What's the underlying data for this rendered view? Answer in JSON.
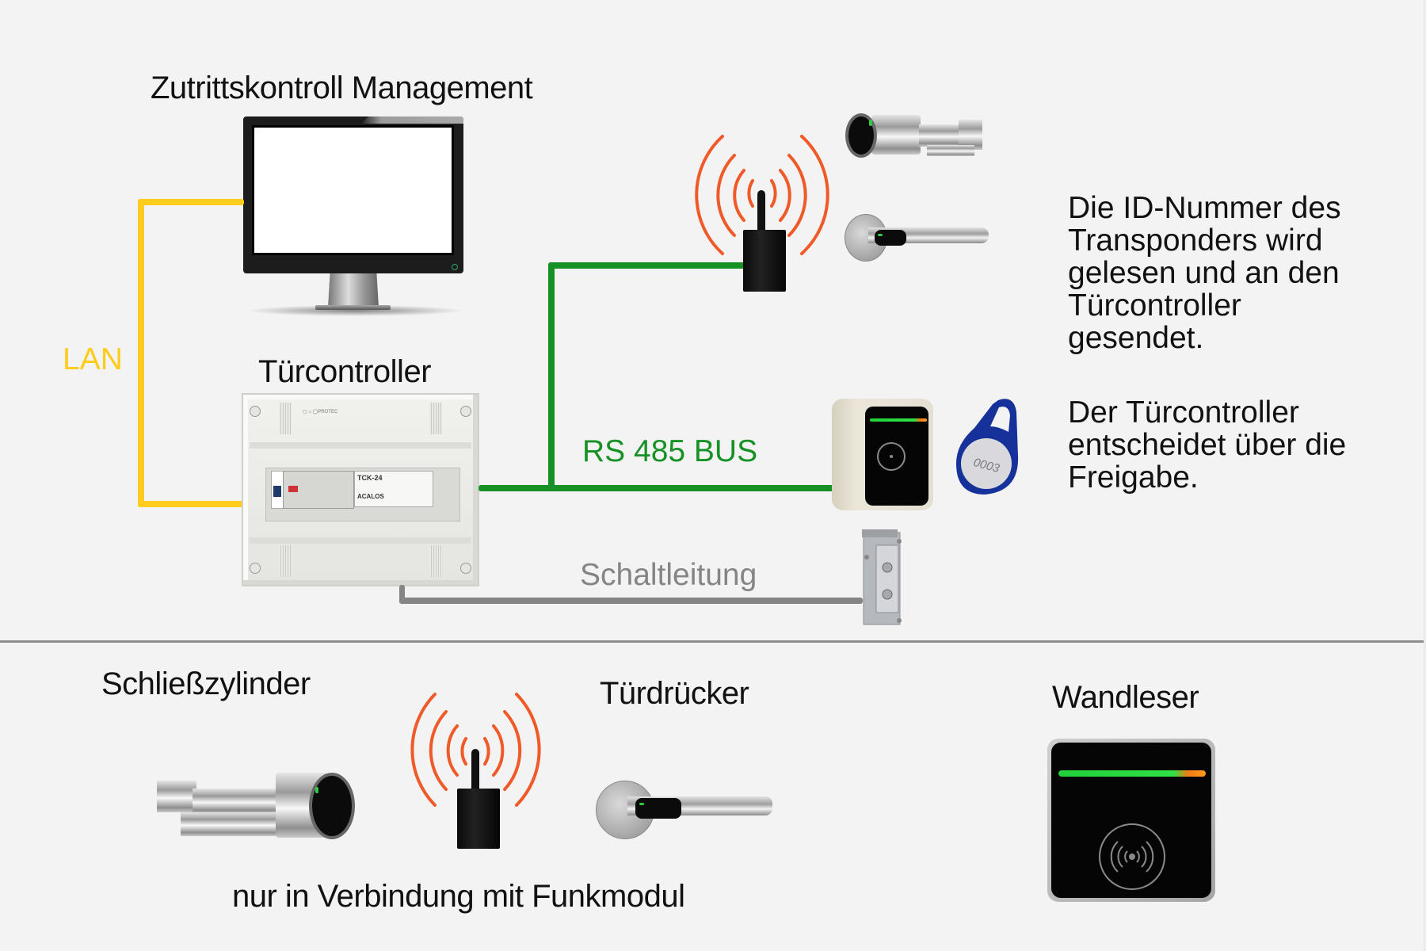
{
  "diagram": {
    "title": "Zutrittskontroll Management",
    "labels": {
      "management": "Zutrittskontroll Management",
      "lan": "LAN",
      "door_controller": "Türcontroller",
      "bus": "RS 485 BUS",
      "switch_line": "Schaltleitung"
    },
    "info_text": {
      "paragraph_1": " Die ID-Nummer des\nTransponders wird\ngelesen und an den\nTürcontroller\ngesendet.",
      "paragraph_2": "Der Türcontroller\nentscheidet über die\nFreigabe."
    },
    "legend": {
      "cylinder": "Schließzylinder",
      "handle": "Türdrücker",
      "wall_reader": "Wandleser",
      "note": "nur in Verbindung mit  Funkmodul"
    },
    "device_labels": {
      "controller_model": "TCK-24",
      "controller_brand": "ACALOS",
      "tag_number": "0003"
    },
    "connections": [
      {
        "from": "Zutrittskontroll Management",
        "to": "Türcontroller",
        "type": "LAN",
        "color": "#fecc1c"
      },
      {
        "from": "Türcontroller",
        "to": "Funkmodul",
        "type": "RS 485 BUS",
        "color": "#169126"
      },
      {
        "from": "Türcontroller",
        "to": "Wandleser",
        "type": "RS 485 BUS",
        "color": "#169126"
      },
      {
        "from": "Türcontroller",
        "to": "Türöffner",
        "type": "Schaltleitung",
        "color": "#858585"
      }
    ],
    "colors": {
      "lan": "#fecc1c",
      "bus": "#169126",
      "switch_line": "#858585",
      "radio_waves": "#f05a28",
      "background": "#f3f3f3"
    }
  }
}
